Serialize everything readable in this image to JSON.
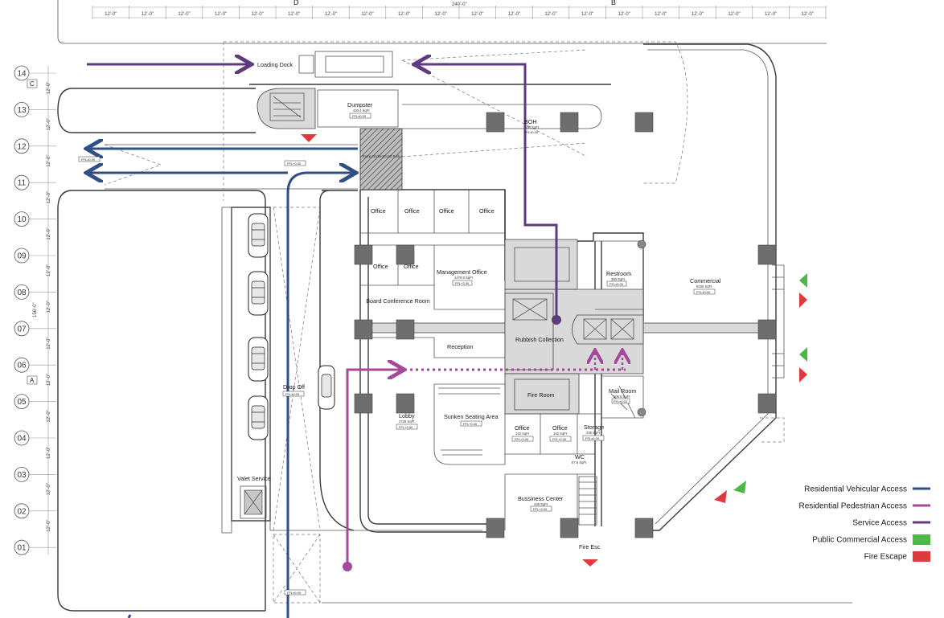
{
  "grid": {
    "rows": [
      "14",
      "13",
      "12",
      "11",
      "10",
      "09",
      "08",
      "07",
      "06",
      "05",
      "04",
      "03",
      "02",
      "01"
    ],
    "row_letters": [
      "C",
      "A"
    ],
    "col_letters": [
      "D",
      "B"
    ],
    "top_dimension": "240'-0\"",
    "module_dimension": "12'-0\"",
    "left_dimension": "156'-0\""
  },
  "rooms": {
    "loading_dock": "Loading Dock",
    "dumpster": "Dumpster",
    "dumpster_sqft": "440.4 SqFt",
    "dumpster_ffl": "FFL±0.00",
    "boh": "BOH",
    "boh_sqft": "160 SqFt",
    "boh_ffl": "FFL±0.00",
    "ramp": "Ramp Underground Park",
    "office_1": "Office",
    "office_2": "Office",
    "office_3": "Office",
    "office_4": "Office",
    "office_5": "Office",
    "office_6": "Office",
    "management_office": "Management Office",
    "management_sqft": "1478.9 SqFt",
    "management_ffl": "FFL+2.00",
    "board_room": "Board Conference Room",
    "reception": "Reception",
    "rubbish": "Rubbish Collection",
    "restroom": "Restroom",
    "restroom_sqft": "360 SqFt",
    "restroom_ffl": "FFL±0.00",
    "commercial": "Commercial",
    "commercial_sqft": "6235 SqFt",
    "commercial_ffl": "FFL±0.00",
    "fire_room": "Fire Room",
    "mail_room": "Mail Room",
    "mail_sqft": "206.8 SqFt",
    "mail_ffl": "FFL±0.00",
    "lobby": "Lobby",
    "lobby_sqft": "2728 SqFt",
    "lobby_ffl": "FFL+2.00",
    "sunken": "Sunken Seating Area",
    "sunken_ffl": "FFL+0.00",
    "office_7": "Office",
    "office_7_sqft": "142 SqFt",
    "office_7_ffl": "FFL+2.00",
    "office_8": "Office",
    "office_8_sqft": "142 SqFt",
    "office_8_ffl": "FFL+2.00",
    "storage": "Storage",
    "storage_sqft": "235 SqFt",
    "storage_ffl": "FFL±0.00",
    "wc": "WC",
    "wc_sqft": "57.6 SqFt",
    "business_center": "Bussiness Center",
    "business_sqft": "436 SqFt",
    "business_ffl": "FFL+2.00",
    "drop_off": "Drop Off",
    "drop_off_ffl": "FFL±0.00",
    "valet": "Valet Service",
    "fire_esc": "Fire Esc",
    "road_ffl_1": "FFL±0.00",
    "road_ffl_2": "FFL+0.00",
    "road_ffl_3": "FFL±0.00"
  },
  "legend": [
    {
      "label": "Residential Vehicular Access",
      "color": "#2f4f86",
      "kind": "line"
    },
    {
      "label": "Residential Pedestrian Access",
      "color": "#a3489b",
      "kind": "line"
    },
    {
      "label": "Service Access",
      "color": "#5e3a7e",
      "kind": "line"
    },
    {
      "label": "Public Commercial Access",
      "color": "#4db848",
      "kind": "box"
    },
    {
      "label": "Fire Escape",
      "color": "#e03a3e",
      "kind": "box"
    }
  ],
  "colors": {
    "vehicular": "#2f4f86",
    "pedestrian": "#a3489b",
    "service": "#5e3a7e",
    "commercial": "#4db848",
    "fire": "#e03a3e"
  }
}
